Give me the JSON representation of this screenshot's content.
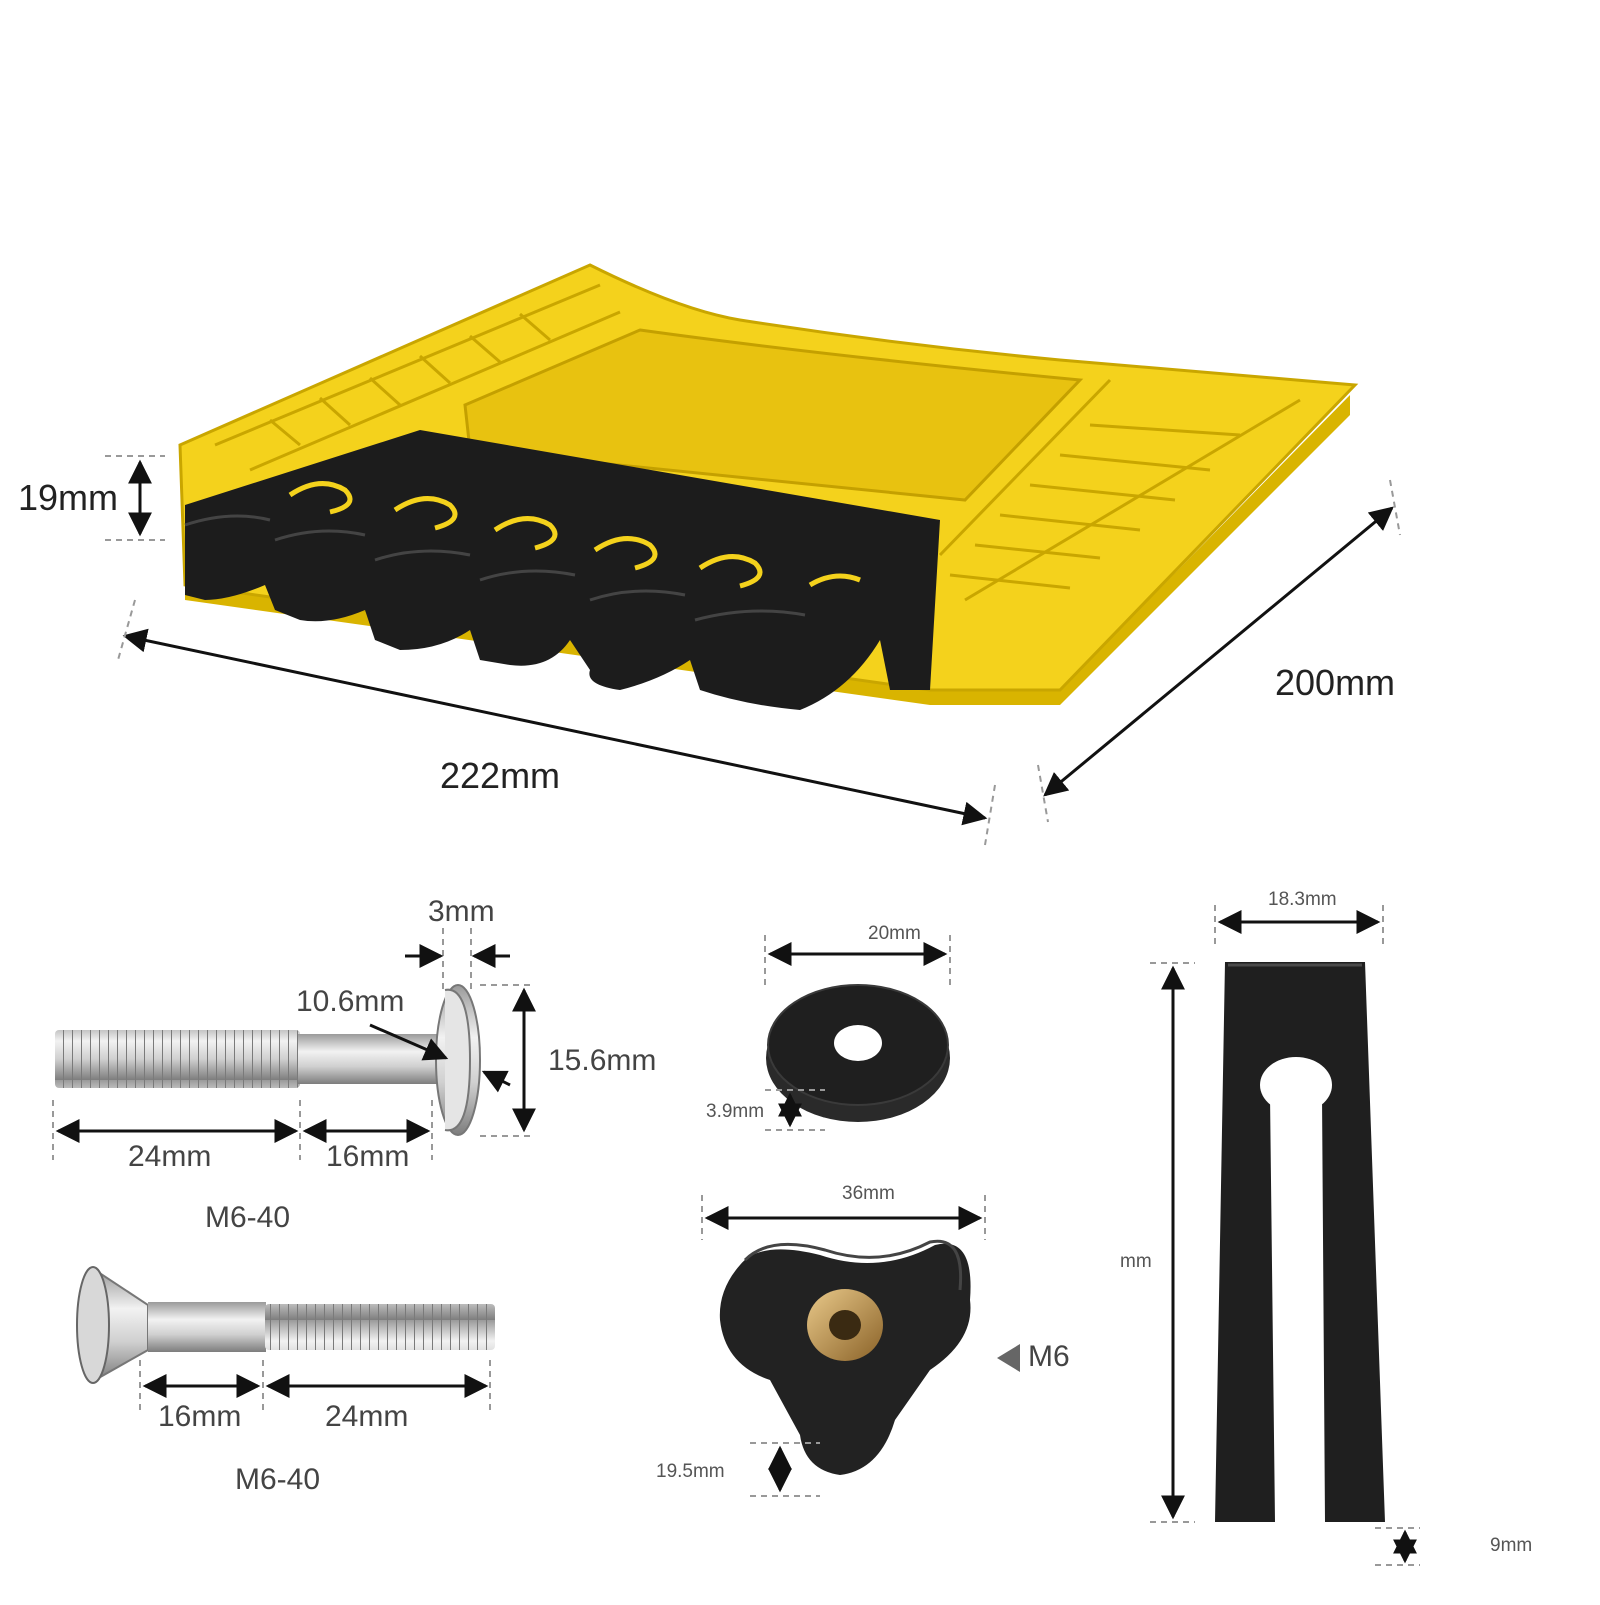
{
  "board": {
    "height_label": "19mm",
    "width_label": "222mm",
    "depth_label": "200mm"
  },
  "bolt_top": {
    "head_width_label": "3mm",
    "shoulder_label": "10.6mm",
    "head_height_label": "15.6mm",
    "thread_label": "24mm",
    "shank_label": "16mm",
    "model": "M6-40"
  },
  "bolt_bottom": {
    "shank_label": "16mm",
    "thread_label": "24mm",
    "model": "M6-40"
  },
  "washer": {
    "diameter_label": "20mm",
    "thickness_label": "3.9mm"
  },
  "knob": {
    "width_label": "36mm",
    "thread_label": "M6",
    "height_label": "19.5mm"
  },
  "bar": {
    "width_label": "18.3mm",
    "length_label": "mm",
    "thickness_label": "9mm"
  },
  "colors": {
    "yellow": "#f4d21c",
    "yellow_dark": "#d9b400",
    "foam": "#1c1c1c",
    "metal": "#c8c8c8",
    "black_part": "#1f1f1f"
  }
}
